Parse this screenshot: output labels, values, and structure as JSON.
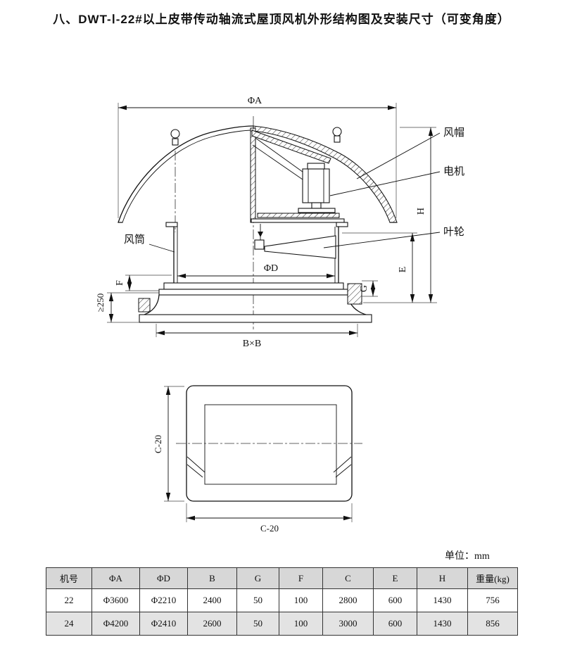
{
  "page": {
    "title": "八、DWT-Ⅰ-22#以上皮带传动轴流式屋顶风机外形结构图及安装尺寸（可变角度）",
    "unit_label": "单位：mm"
  },
  "drawing": {
    "callouts": {
      "wind_cap": "风帽",
      "motor": "电机",
      "impeller": "叶轮",
      "duct": "风筒"
    },
    "dims": {
      "phiA": "ΦA",
      "phiD": "ΦD",
      "H": "H",
      "E": "E",
      "F": "F",
      "G": "G",
      "BxB": "B×B",
      "min250": "≥250",
      "C20v": "C-20",
      "C20h": "C-20"
    }
  },
  "table": {
    "headers": [
      "机号",
      "ΦA",
      "ΦD",
      "B",
      "G",
      "F",
      "C",
      "E",
      "H",
      "重量(kg)"
    ],
    "rows": [
      [
        "22",
        "Φ3600",
        "Φ2210",
        "2400",
        "50",
        "100",
        "2800",
        "600",
        "1430",
        "756"
      ],
      [
        "24",
        "Φ4200",
        "Φ2410",
        "2600",
        "50",
        "100",
        "3000",
        "600",
        "1430",
        "856"
      ]
    ]
  }
}
